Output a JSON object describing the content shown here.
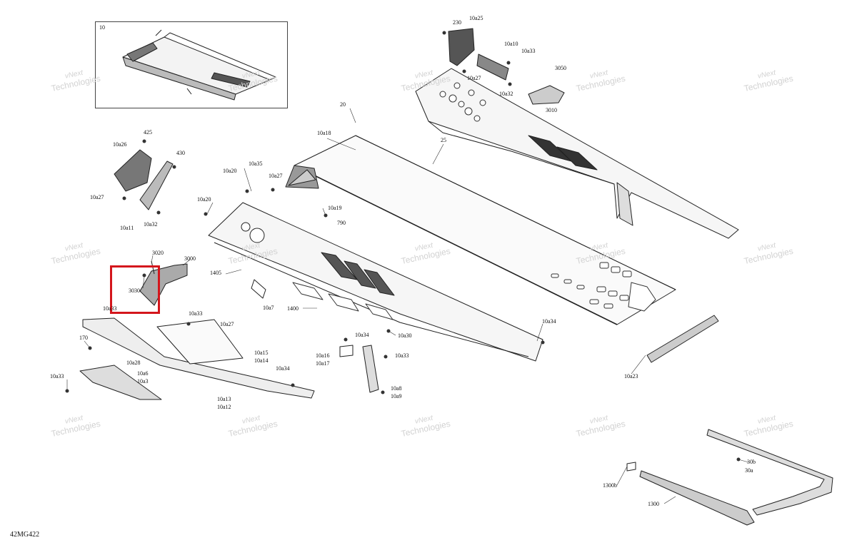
{
  "diagram": {
    "id_label": "42MG422",
    "watermark": [
      "vNext",
      "Technologies"
    ],
    "highlight_color": "#d4161c",
    "line_color": "#222222"
  },
  "callouts": {
    "c10": "10",
    "c230": "230",
    "c10a25": "10a25",
    "c10a10": "10a10",
    "c10a33_top": "10a33",
    "c10a27_top": "10a27",
    "c10a32_top": "10a32",
    "c3050": "3050",
    "c3010": "3010",
    "c20": "20",
    "c10a18": "10a18",
    "c25": "25",
    "c425": "425",
    "c10a26": "10a26",
    "c430": "430",
    "c10a27_left": "10a27",
    "c10a11": "10a11",
    "c10a32_left": "10a32",
    "c10a20_a": "10a20",
    "c10a35": "10a35",
    "c10a27_mid": "10a27",
    "c10a20_b": "10a20",
    "c10a19": "10a19",
    "c790": "790",
    "c3020": "3020",
    "c3000": "3000",
    "c3030": "3030",
    "c1405": "1405",
    "c10a7": "10a7",
    "c1400": "1400",
    "c10a33_l": "10a33",
    "c10a33_m": "10a33",
    "c10a27_m2": "10a27",
    "c170": "170",
    "c10a15": "10a15",
    "c10a14": "10a14",
    "c10a28": "10a28",
    "c10a6": "10a6",
    "c10a3": "10a3",
    "c10a33_bl": "10a33",
    "c10a34_b": "10a34",
    "c10a13": "10a13",
    "c10a12": "10a12",
    "c10a34_c": "10a34",
    "c10a30": "10a30",
    "c10a16": "10a16",
    "c10a17": "10a17",
    "c10a33_c": "10a33",
    "c10a8": "10a8",
    "c10a9": "10a9",
    "c10a34_r": "10a34",
    "c10a23": "10a23",
    "c30b": "30b",
    "c30a": "30a",
    "c1300b": "1300b",
    "c1300": "1300"
  }
}
